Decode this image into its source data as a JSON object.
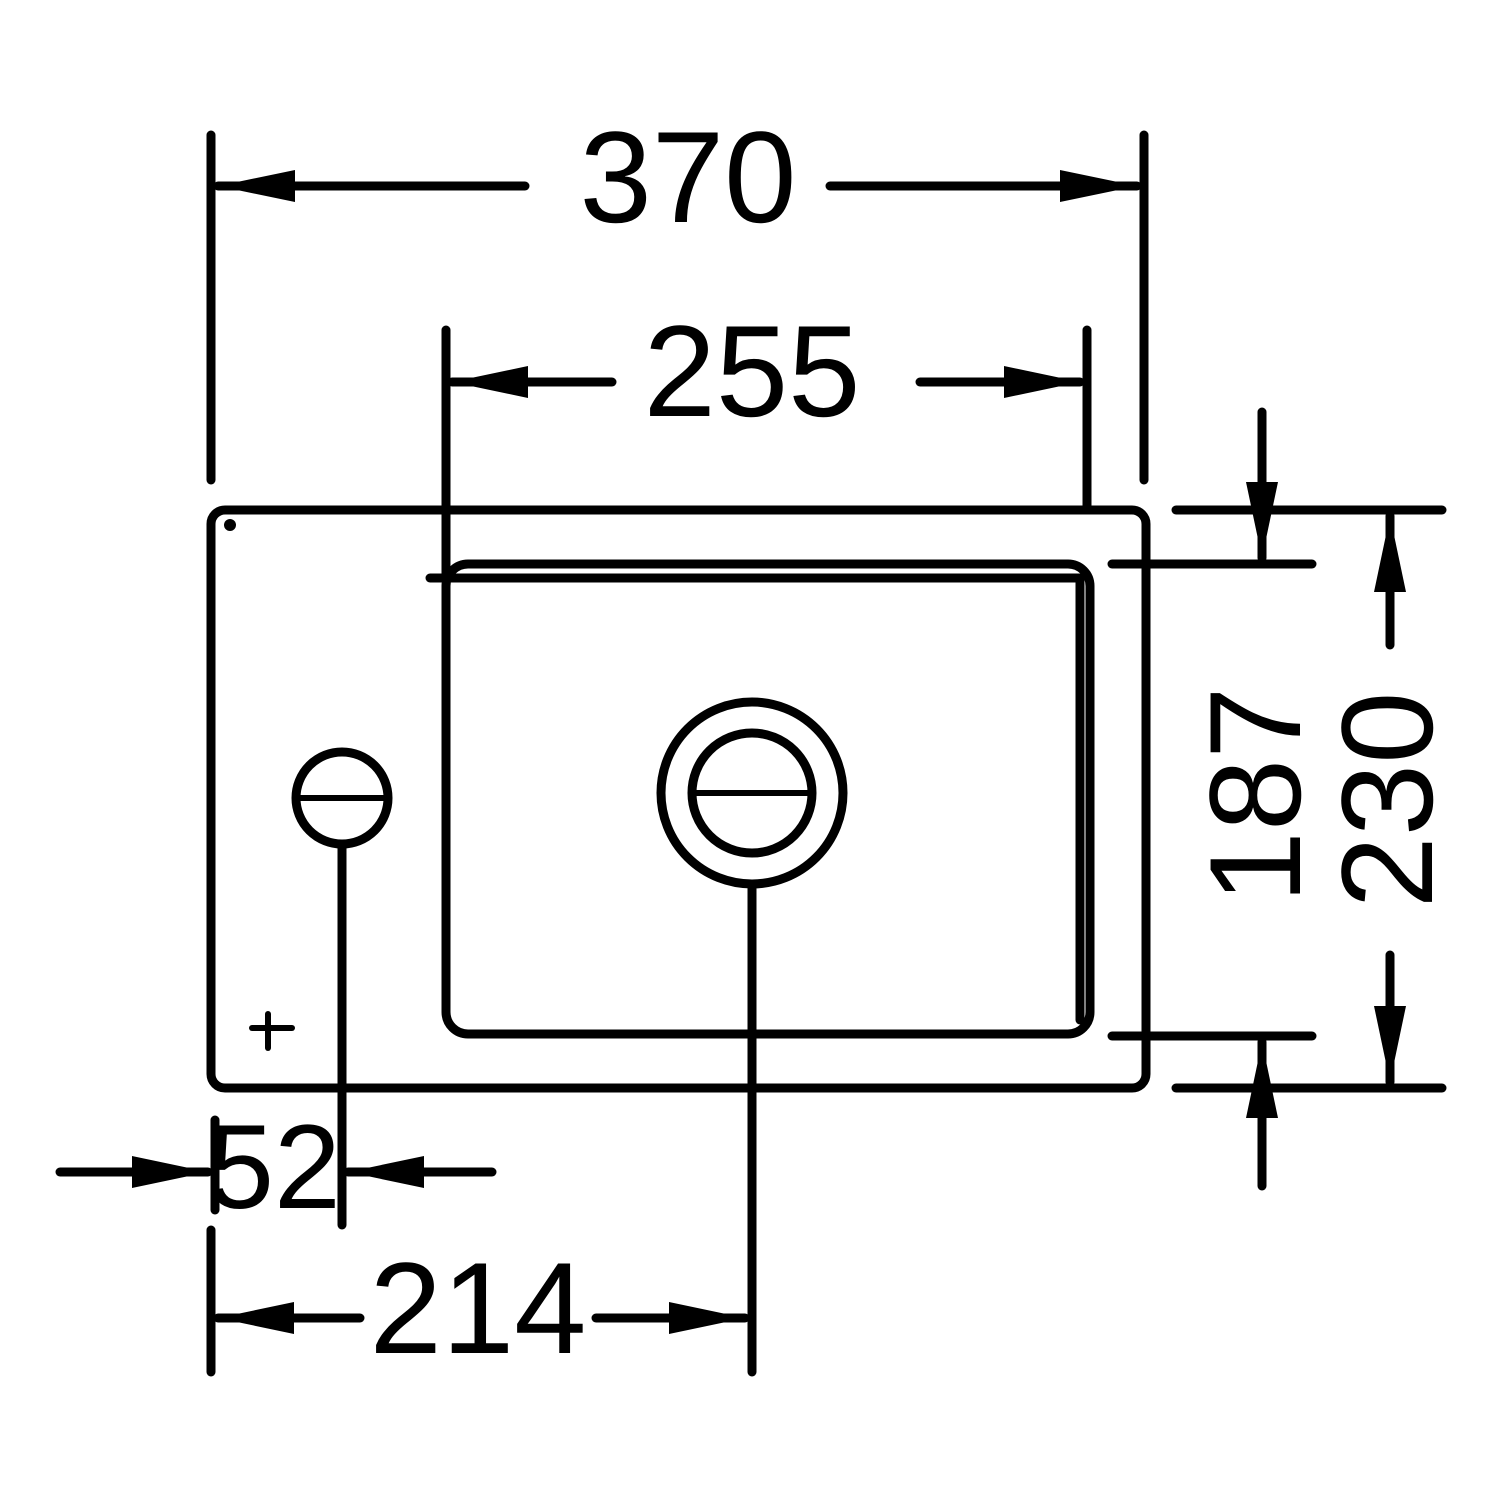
{
  "dimensions": {
    "overall_width": "370",
    "bowl_width": "255",
    "bowl_depth": "187",
    "overall_depth": "230",
    "tap_hole_offset": "52",
    "drain_offset": "214"
  },
  "colors": {
    "line": "#000000",
    "background": "#ffffff"
  }
}
